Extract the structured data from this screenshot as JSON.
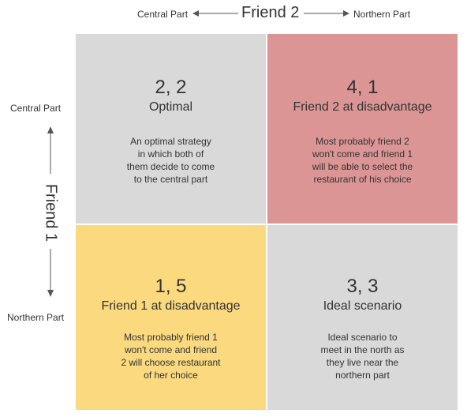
{
  "header": {
    "friend2_label": "Friend 2",
    "left_option": "Central Part",
    "right_option": "Northern Part"
  },
  "side": {
    "friend1_label": "Friend 1",
    "top_option": "Central Part",
    "bottom_option": "Northern Part"
  },
  "cells": {
    "top_left": {
      "score": "2, 2",
      "title": "Optimal",
      "description": [
        "An optimal strategy",
        "in which both of",
        "them decide to come",
        "to the central part"
      ],
      "color": "#d9d9d9"
    },
    "top_right": {
      "score": "4, 1",
      "title": "Friend 2 at disadvantage",
      "description": [
        "Most probably friend 2",
        "won't come and friend 1",
        "will be able to select the",
        "restaurant of his choice"
      ],
      "color": "#dc9595"
    },
    "bottom_left": {
      "score": "1, 5",
      "title": "Friend 1 at disadvantage",
      "description": [
        "Most probably friend 1",
        "won't come and friend",
        "2 will choose restaurant",
        "of her choice"
      ],
      "color": "#fad97f"
    },
    "bottom_right": {
      "score": "3, 3",
      "title": "Ideal scenario",
      "description": [
        "Ideal scenario to",
        "meet in the north as",
        "they live near the",
        "northern part"
      ],
      "color": "#d9d9d9"
    }
  }
}
